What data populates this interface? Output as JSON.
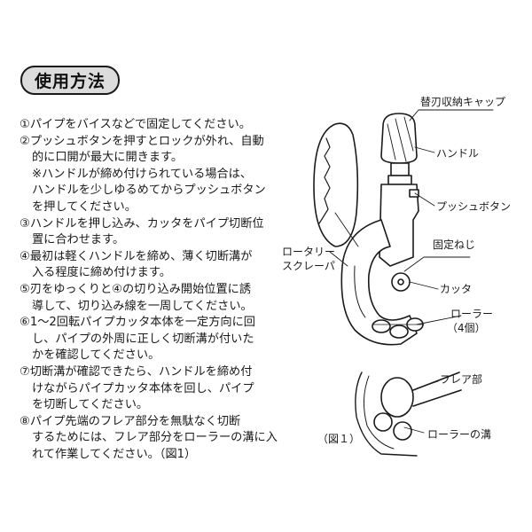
{
  "section_title": "使用方法",
  "steps": [
    {
      "lines": [
        "①パイプをバイスなどで固定してください。"
      ]
    },
    {
      "lines": [
        "②プッシュボタンを押すとロックが外れ、自動",
        "的に口開が最大に開きます。"
      ],
      "note": [
        "※ハンドルが締め付けられている場合は、",
        "ハンドルを少しゆるめてからプッシュボタン",
        "を押してください。"
      ]
    },
    {
      "lines": [
        "③ハンドルを押し込み、カッタをパイプ切断位",
        "置に合わせます。"
      ]
    },
    {
      "lines": [
        "④最初は軽くハンドルを締め、薄く切断溝が",
        "入る程度に締め付けます。"
      ]
    },
    {
      "lines": [
        "⑤刃をゆっくりと④の切り込み開始位置に誘",
        "導して、切り込み線を一周してください。"
      ]
    },
    {
      "lines": [
        "⑥1～2回転パイプカッタ本体を一定方向に回",
        "し、パイプの外周に正しく切断溝が付いた",
        "かを確認してください。"
      ]
    },
    {
      "lines": [
        "⑦切断溝が確認できたら、ハンドルを締め付",
        "けながらパイプカッタ本体を回し、パイプ",
        "を切断してください。"
      ]
    },
    {
      "lines": [
        "⑧パイプ先端のフレア部分を無駄なく切断",
        "するためには、フレア部分をローラーの溝に入",
        "れて作業してください。（図1）"
      ]
    }
  ],
  "labels": {
    "spare_blade_cap": "替刃収納キャップ",
    "handle": "ハンドル",
    "push_button": "プッシュボタン",
    "rotary_scraper_1": "ロータリー",
    "rotary_scraper_2": "スクレーパ",
    "set_screw": "固定ねじ",
    "cutter": "カッタ",
    "roller": "ローラー",
    "roller_count": "（4個）",
    "flare": "フレア部",
    "figure_caption": "（図１）",
    "roller_groove": "ローラーの溝"
  }
}
